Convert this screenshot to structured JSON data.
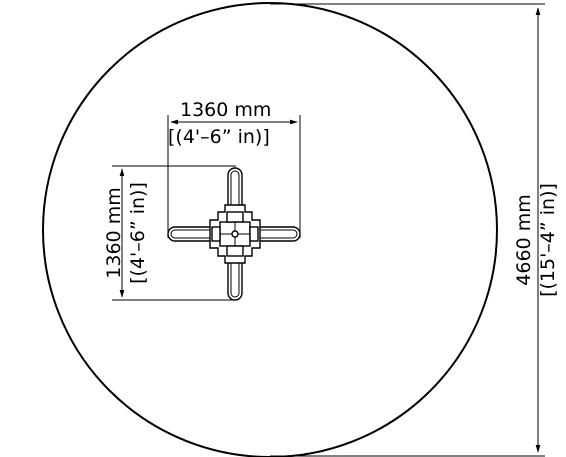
{
  "dimensions": {
    "width_mm": "1360 mm",
    "width_in": "[(4'–6” in)]",
    "height_mm": "1360 mm",
    "height_in": "[(4'–6” in)]",
    "diameter_mm": "4660 mm",
    "diameter_in": "[(15'–4” in)]"
  },
  "colors": {
    "line": "#000000",
    "background": "#ffffff"
  }
}
